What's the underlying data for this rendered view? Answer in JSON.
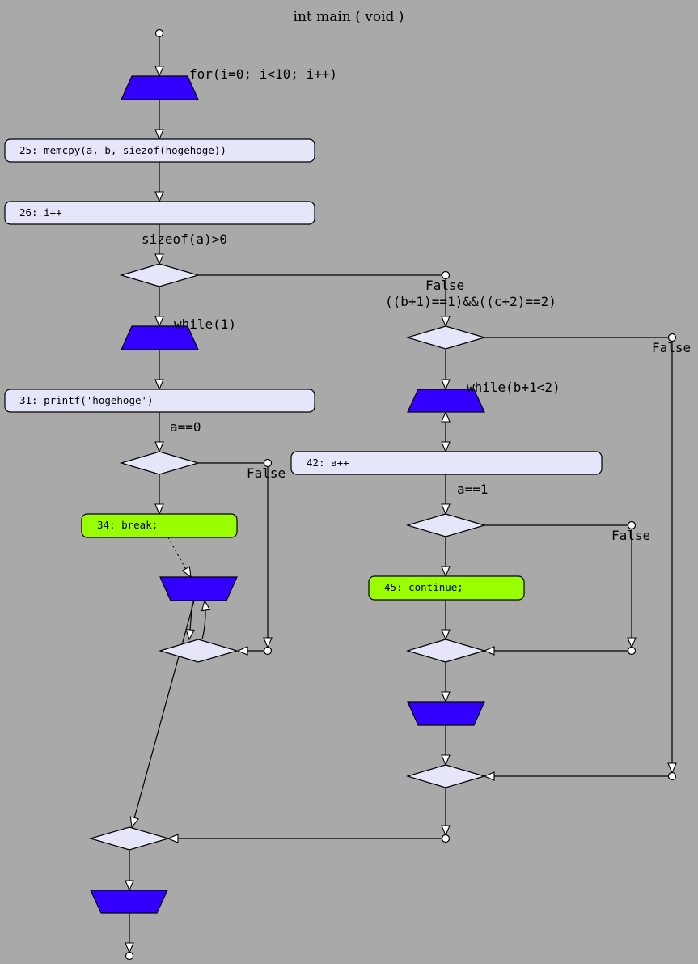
{
  "title": "int main ( void )",
  "colors": {
    "background": "#a9a9a9",
    "loop_shape": "#3300ff",
    "statement_box": "#e6e6fa",
    "jump_box": "#99ff00",
    "decision": "#e6e6fa",
    "terminal": "#ffffff"
  },
  "loops": {
    "for_loop": "for(i=0; i<10; i++)",
    "while_outer": "while(1)",
    "while_inner": "while(b+1<2)"
  },
  "statements": {
    "s25": "25: memcpy(a, b, siezof(hogehoge))",
    "s26": "26: i++",
    "s31": "31: printf('hogehoge')",
    "s34": "34: break;",
    "s42": "42: a++",
    "s45": "45: continue;"
  },
  "conditions": {
    "c1": "sizeof(a)>0",
    "c2": "((b+1)==1)&&((c+2)==2)",
    "c3": "a==0",
    "c4": "a==1"
  },
  "branch_labels": {
    "false_label": "False"
  }
}
